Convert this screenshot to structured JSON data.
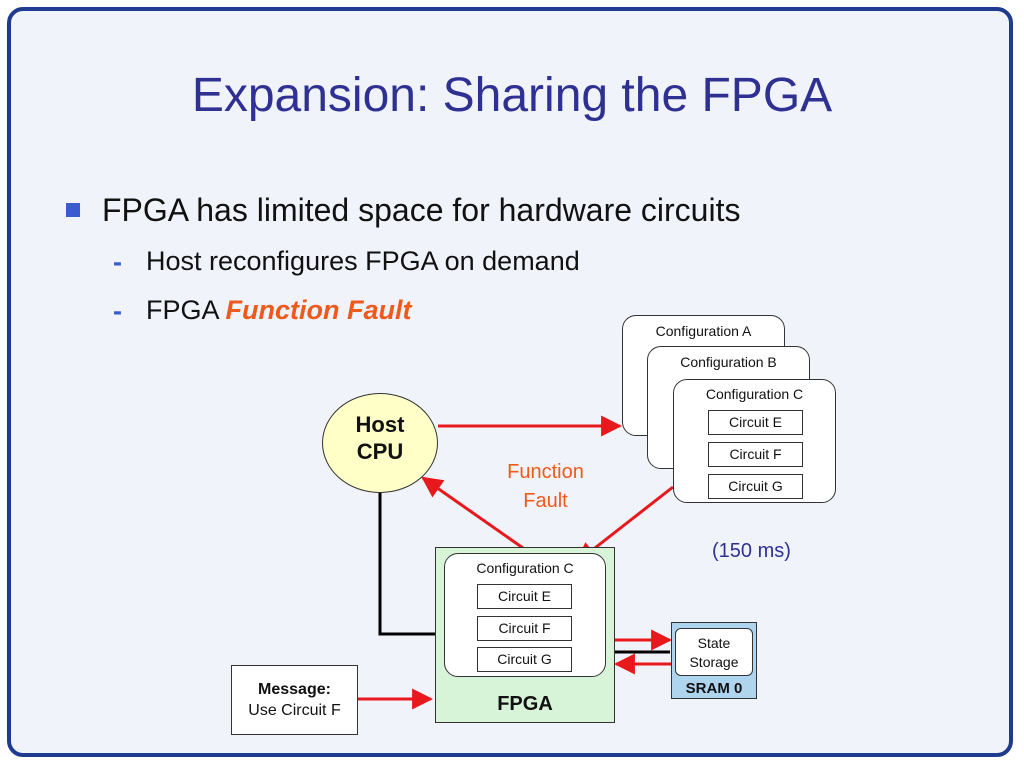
{
  "slide": {
    "title": "Expansion: Sharing the FPGA",
    "bullet1": "FPGA has limited space for hardware circuits",
    "sub1": "Host reconfigures FPGA on demand",
    "sub2_prefix": "FPGA ",
    "sub2_emph": "Function Fault",
    "dash": "-"
  },
  "diagram": {
    "host_line1": "Host",
    "host_line2": "CPU",
    "config_a": "Configuration A",
    "config_b": "Configuration B",
    "config_c": "Configuration C",
    "circuit_e": "Circuit E",
    "circuit_f": "Circuit F",
    "circuit_g": "Circuit G",
    "function_fault_line1": "Function",
    "function_fault_line2": "Fault",
    "timing": "(150 ms)",
    "fpga_label": "FPGA",
    "fpga_config": "Configuration C",
    "message_line1": "Message:",
    "message_line2": "Use Circuit F",
    "state_line1": "State",
    "state_line2": "Storage",
    "sram_label": "SRAM 0"
  },
  "colors": {
    "title": "#2e3192",
    "frame": "#1f3b8f",
    "arrow": "#e8191c",
    "emphasis": "#ee5a1c",
    "timing": "#2e3192",
    "fpga_fill": "#d8f4d8",
    "cpu_fill": "#ffffc8",
    "sram_fill": "#aed4ee"
  }
}
